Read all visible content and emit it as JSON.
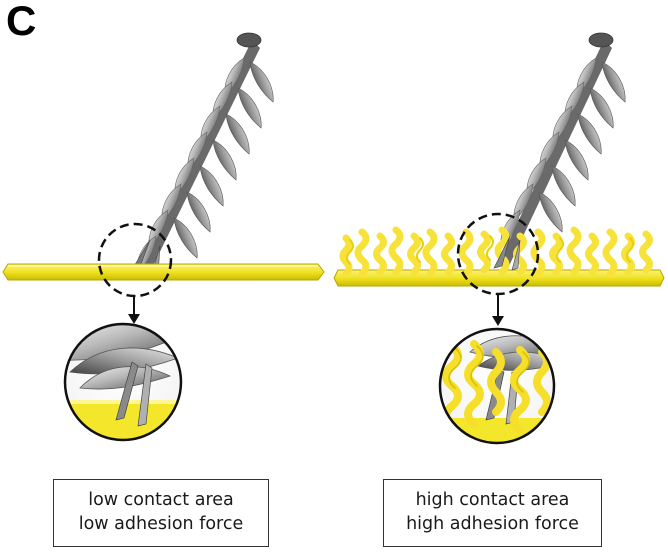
{
  "panel_label": "C",
  "captions": {
    "left": {
      "line1": "low contact area",
      "line2": "low adhesion force"
    },
    "right": {
      "line1": "high contact area",
      "line2": "high adhesion force"
    }
  },
  "colors": {
    "substrate_yellow": "#f3e62a",
    "substrate_edge": "#c7b900",
    "hair_gray": "#8a8a8a",
    "hair_dark": "#3c3c3c",
    "fiber_yellow": "#f7e84a"
  },
  "icons": [
    "hair-shaft",
    "dashed-magnifier-circle",
    "arrow-down",
    "zoom-inset"
  ]
}
